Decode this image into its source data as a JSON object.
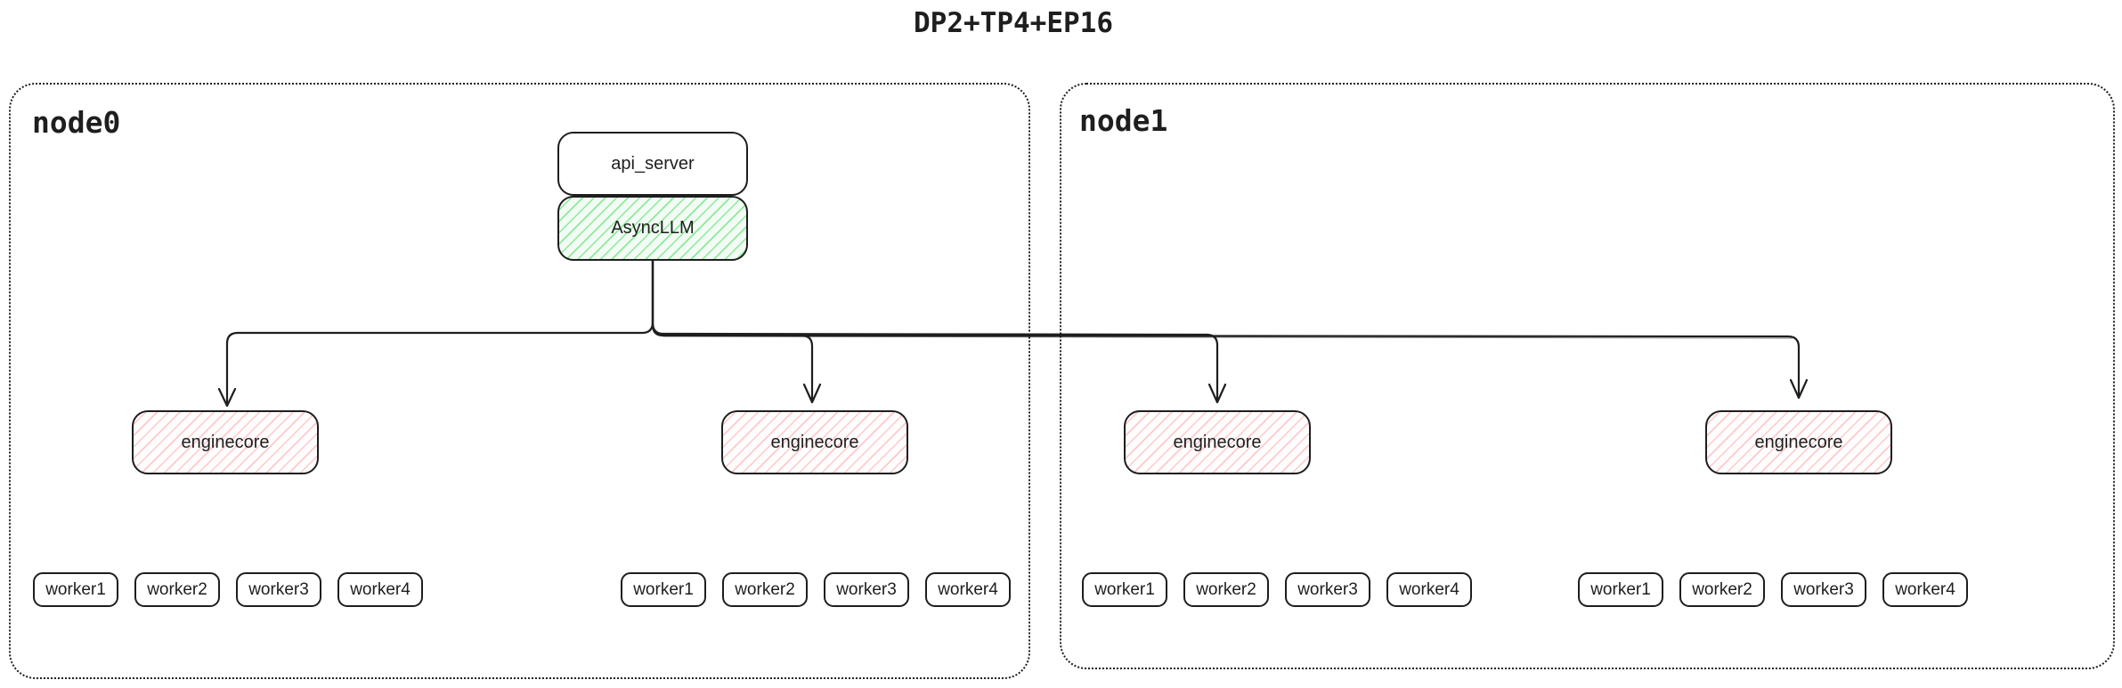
{
  "title": "DP2+TP4+EP16",
  "colors": {
    "stroke": "#1e1e1e",
    "green_box_bg": "#f2fbf4",
    "green_hatch": "#8ce99a",
    "red_box_bg": "#fffdfd",
    "red_hatch": "#ffc9c9"
  },
  "nodes": [
    {
      "label": "node0",
      "api_server_label": "api_server",
      "async_llm_label": "AsyncLLM",
      "engine_groups": [
        {
          "enginecore_label": "enginecore",
          "workers": [
            "worker1",
            "worker2",
            "worker3",
            "worker4"
          ]
        },
        {
          "enginecore_label": "enginecore",
          "workers": [
            "worker1",
            "worker2",
            "worker3",
            "worker4"
          ]
        }
      ]
    },
    {
      "label": "node1",
      "engine_groups": [
        {
          "enginecore_label": "enginecore",
          "workers": [
            "worker1",
            "worker2",
            "worker3",
            "worker4"
          ]
        },
        {
          "enginecore_label": "enginecore",
          "workers": [
            "worker1",
            "worker2",
            "worker3",
            "worker4"
          ]
        }
      ]
    }
  ]
}
